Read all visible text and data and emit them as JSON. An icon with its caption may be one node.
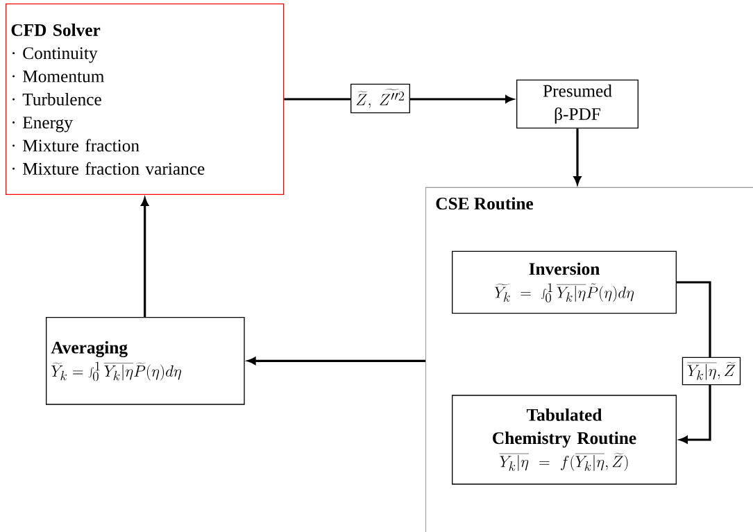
{
  "diagram": {
    "nodes": [
      {
        "text": [
          "CFD Solver",
          "· Continuity",
          "· Momentum",
          "· Turbulence",
          "· Energy",
          "· Mixture fraction",
          "· Mixture fraction variance"
        ]
      },
      {
        "text": [
          "Presumed β-PDF"
        ]
      },
      {
        "text": [
          "CSE Routine"
        ]
      },
      {
        "text": [
          "Inversion",
          "\\widetilde{Y_k} = \\int_0^1 \\overline{Y_k|\\eta}\\tilde{P}(\\eta)d\\eta"
        ],
        "in": 2
      },
      {
        "text": [
          "Tabulated Chemistry Routine",
          "\\overline{Y_k|\\eta} = f(\\overline{Y_k|\\eta},\\widetilde{Z})"
        ],
        "in": 2
      },
      {
        "text": [
          "Averaging",
          "\\widetilde{Y}_k = \\int_0^1 \\overline{Y_k|\\eta}\\widetilde{P}(\\eta)d\\eta"
        ]
      }
    ],
    "edges": [
      {
        "from": 0,
        "to": 1,
        "arrow": "to",
        "label": "\\widetilde{Z},\\ \\widetilde{Z''^2}"
      },
      {
        "from": 1,
        "to": 2,
        "arrow": "to"
      },
      {
        "from": 3,
        "to": 4,
        "arrow": "to",
        "label": "\\overline{Y_k|\\eta},\\widetilde{Z}"
      },
      {
        "from": 2,
        "to": 5,
        "arrow": "to"
      },
      {
        "from": 5,
        "to": 0,
        "arrow": "to"
      }
    ]
  }
}
